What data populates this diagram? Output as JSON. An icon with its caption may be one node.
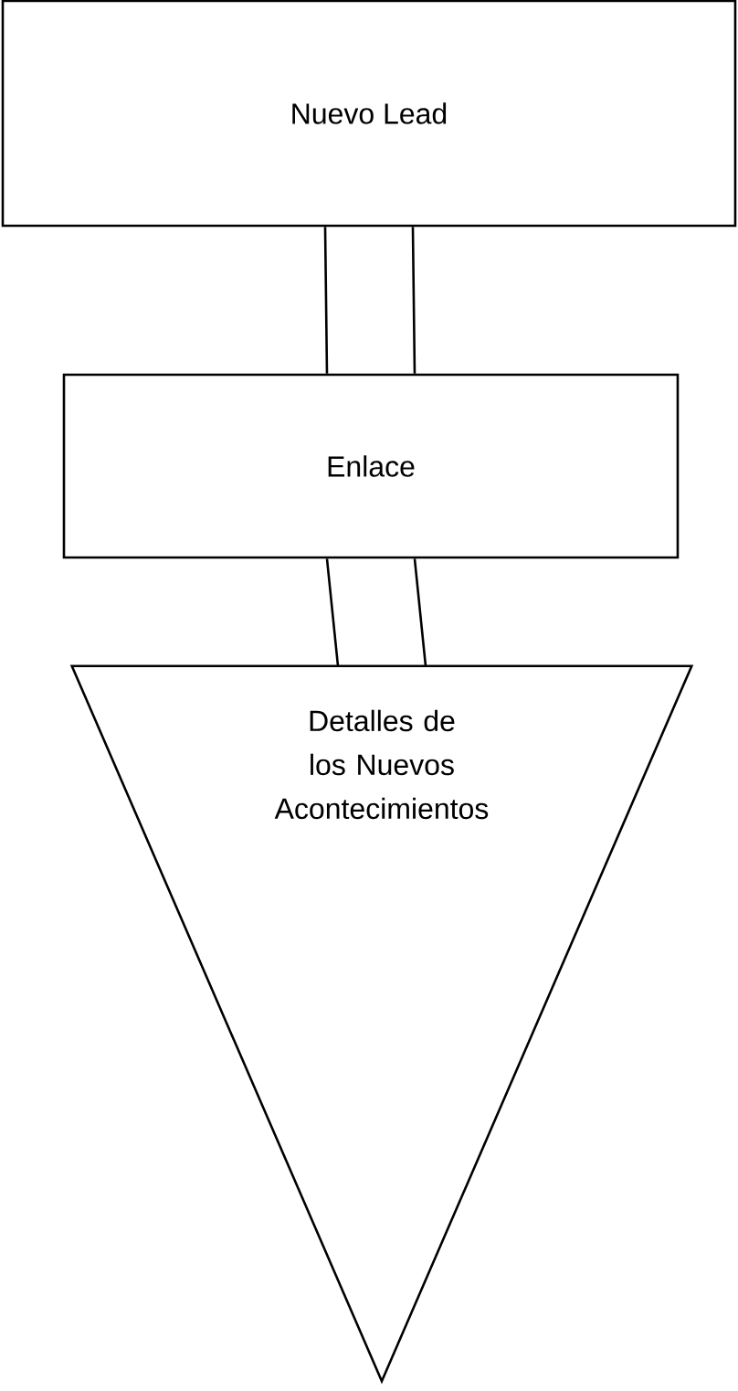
{
  "diagram": {
    "nodes": [
      {
        "text": [
          "Nuevo Lead"
        ]
      },
      {
        "text": [
          "Enlace"
        ]
      },
      {
        "text": [
          "Detalles de los Nuevos Acontecimientos"
        ]
      }
    ],
    "edges": [
      {
        "from": 0,
        "to": 1,
        "arrow": "none"
      },
      {
        "from": 1,
        "to": 2,
        "arrow": "none"
      }
    ]
  }
}
